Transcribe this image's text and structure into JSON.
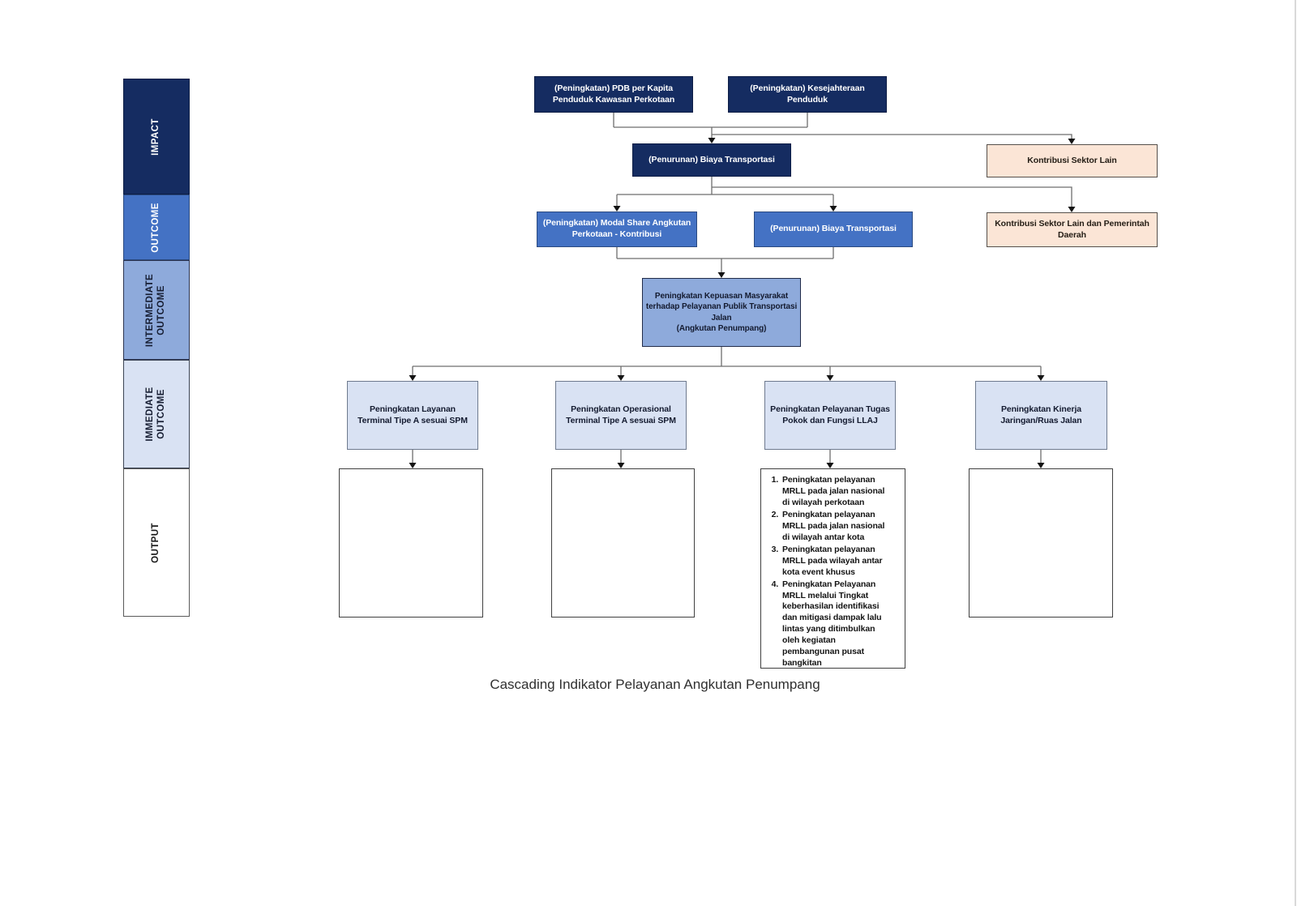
{
  "caption": "Cascading Indikator Pelayanan Angkutan Penumpang",
  "sidebar": {
    "impact": "IMPACT",
    "outcome": "OUTCOME",
    "intermediate_outcome": "INTERMEDIATE OUTCOME",
    "immediate_outcome": "IMMEDIATE OUTCOME",
    "output": "OUTPUT"
  },
  "nodes": {
    "pdb_per_kapita": "(Peningkatan) PDB per Kapita\nPenduduk Kawasan Perkotaan",
    "kesejahteraan_penduduk": "(Peningkatan) Kesejahteraan Penduduk",
    "biaya_transportasi_impact": "(Penurunan) Biaya Transportasi",
    "kontribusi_sektor_lain": "Kontribusi Sektor Lain",
    "modal_share": "(Peningkatan) Modal Share Angkutan\nPerkotaan - Kontribusi",
    "biaya_transportasi_outcome": "(Penurunan) Biaya Transportasi",
    "kontribusi_sektor_lain_pemda": "Kontribusi Sektor Lain dan Pemerintah\nDaerah",
    "kepuasan_masyarakat": "Peningkatan Kepuasan Masyarakat\nterhadap Pelayanan Publik Transportasi\nJalan\n(Angkutan Penumpang)",
    "layanan_terminal": "Peningkatan Layanan\nTerminal Tipe A sesuai SPM",
    "operasional_terminal": "Peningkatan Operasional\nTerminal Tipe A sesuai SPM",
    "pelayanan_llaj": "Peningkatan Pelayanan Tugas\nPokok dan Fungsi LLAJ",
    "kinerja_jaringan": "Peningkatan Kinerja\nJaringan/Ruas Jalan"
  },
  "output_list": {
    "items": [
      "Peningkatan pelayanan\nMRLL pada jalan nasional\ndi wilayah perkotaan",
      "Peningkatan pelayanan\nMRLL pada jalan nasional\ndi wilayah antar kota",
      "Peningkatan pelayanan\nMRLL pada wilayah antar\nkota event khusus",
      "Peningkatan Pelayanan\nMRLL melalui Tingkat\nkeberhasilan identifikasi\ndan mitigasi dampak lalu\nlintas yang ditimbulkan\noleh kegiatan\npembangunan pusat\nbangkitan"
    ]
  },
  "colors": {
    "navy": "#152C61",
    "blue": "#4472C4",
    "medium_blue": "#8EAADB",
    "light_blue": "#D9E2F3",
    "peach": "#FBE5D6",
    "connector_gray": "#6E6E6E",
    "arrow_black": "#141414"
  }
}
